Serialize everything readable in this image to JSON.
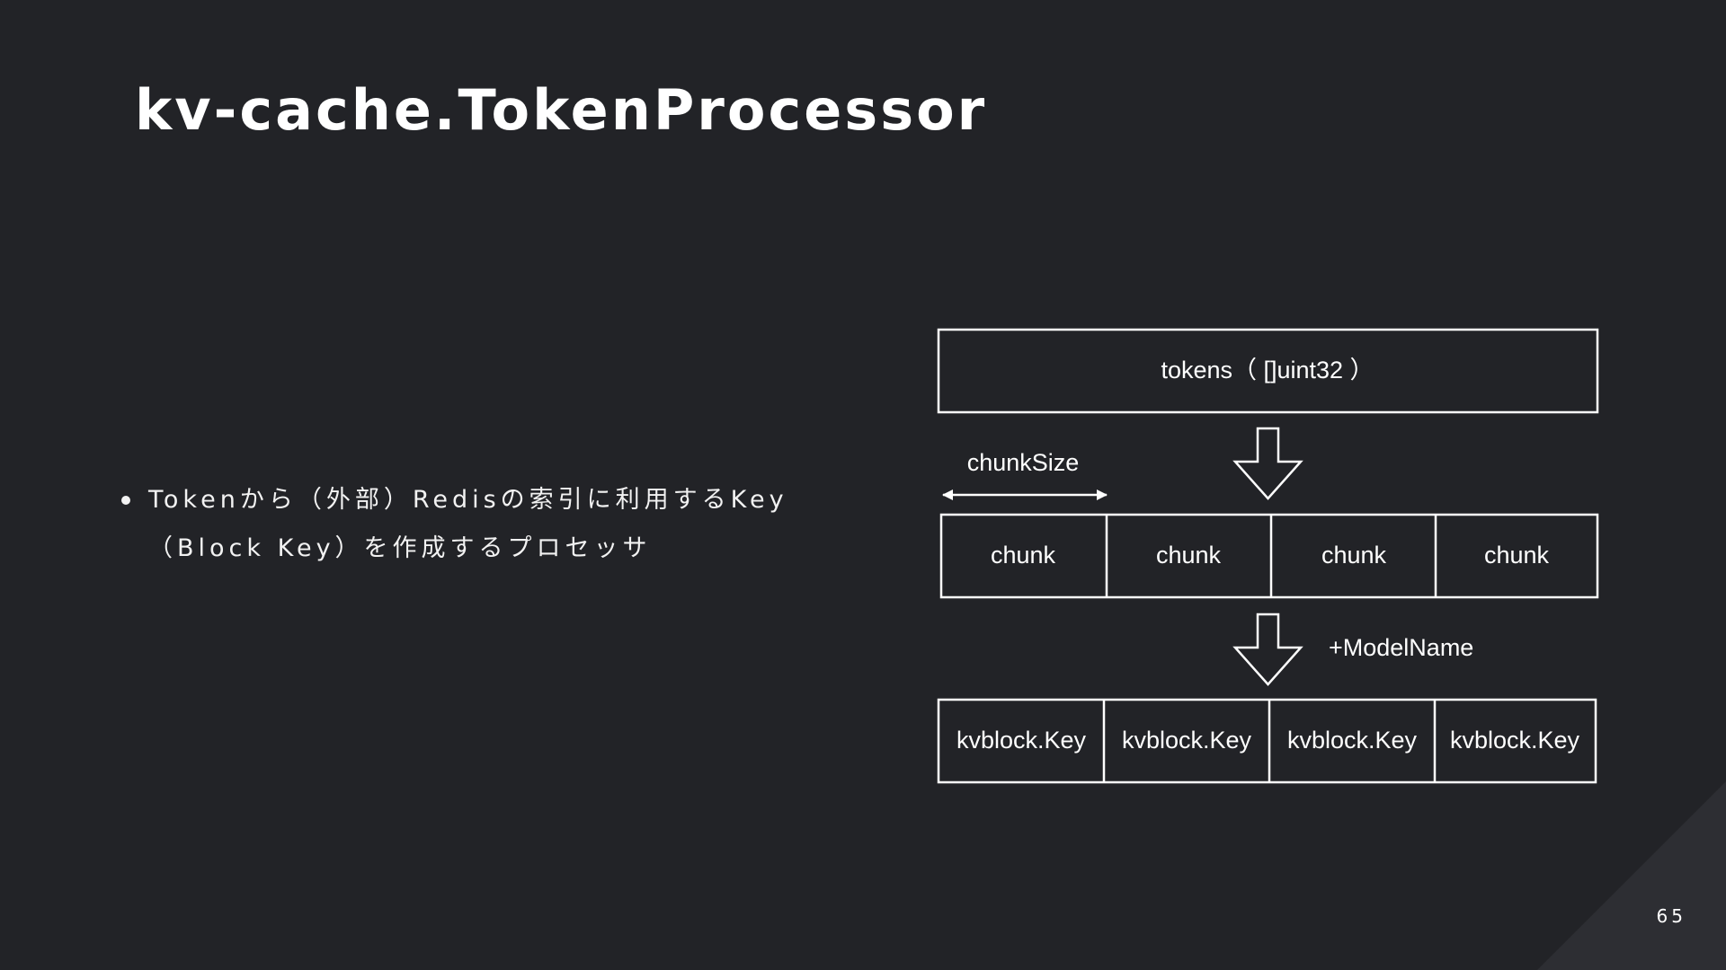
{
  "slide": {
    "title": "kv-cache.TokenProcessor",
    "bullets": [
      "Tokenから（外部）Redisの索引に利用するKey（Block Key）を作成するプロセッサ"
    ],
    "page_number": "65"
  },
  "diagram": {
    "tokens_label": "tokens（ []uint32 ）",
    "chunk_size_label": "chunkSize",
    "chunk_labels": [
      "chunk",
      "chunk",
      "chunk",
      "chunk"
    ],
    "model_name_label": "+ModelName",
    "key_labels": [
      "kvblock.Key",
      "kvblock.Key",
      "kvblock.Key",
      "kvblock.Key"
    ]
  },
  "colors": {
    "background": "#222327",
    "corner_accent": "#2d2e33",
    "foreground": "#ffffff"
  }
}
